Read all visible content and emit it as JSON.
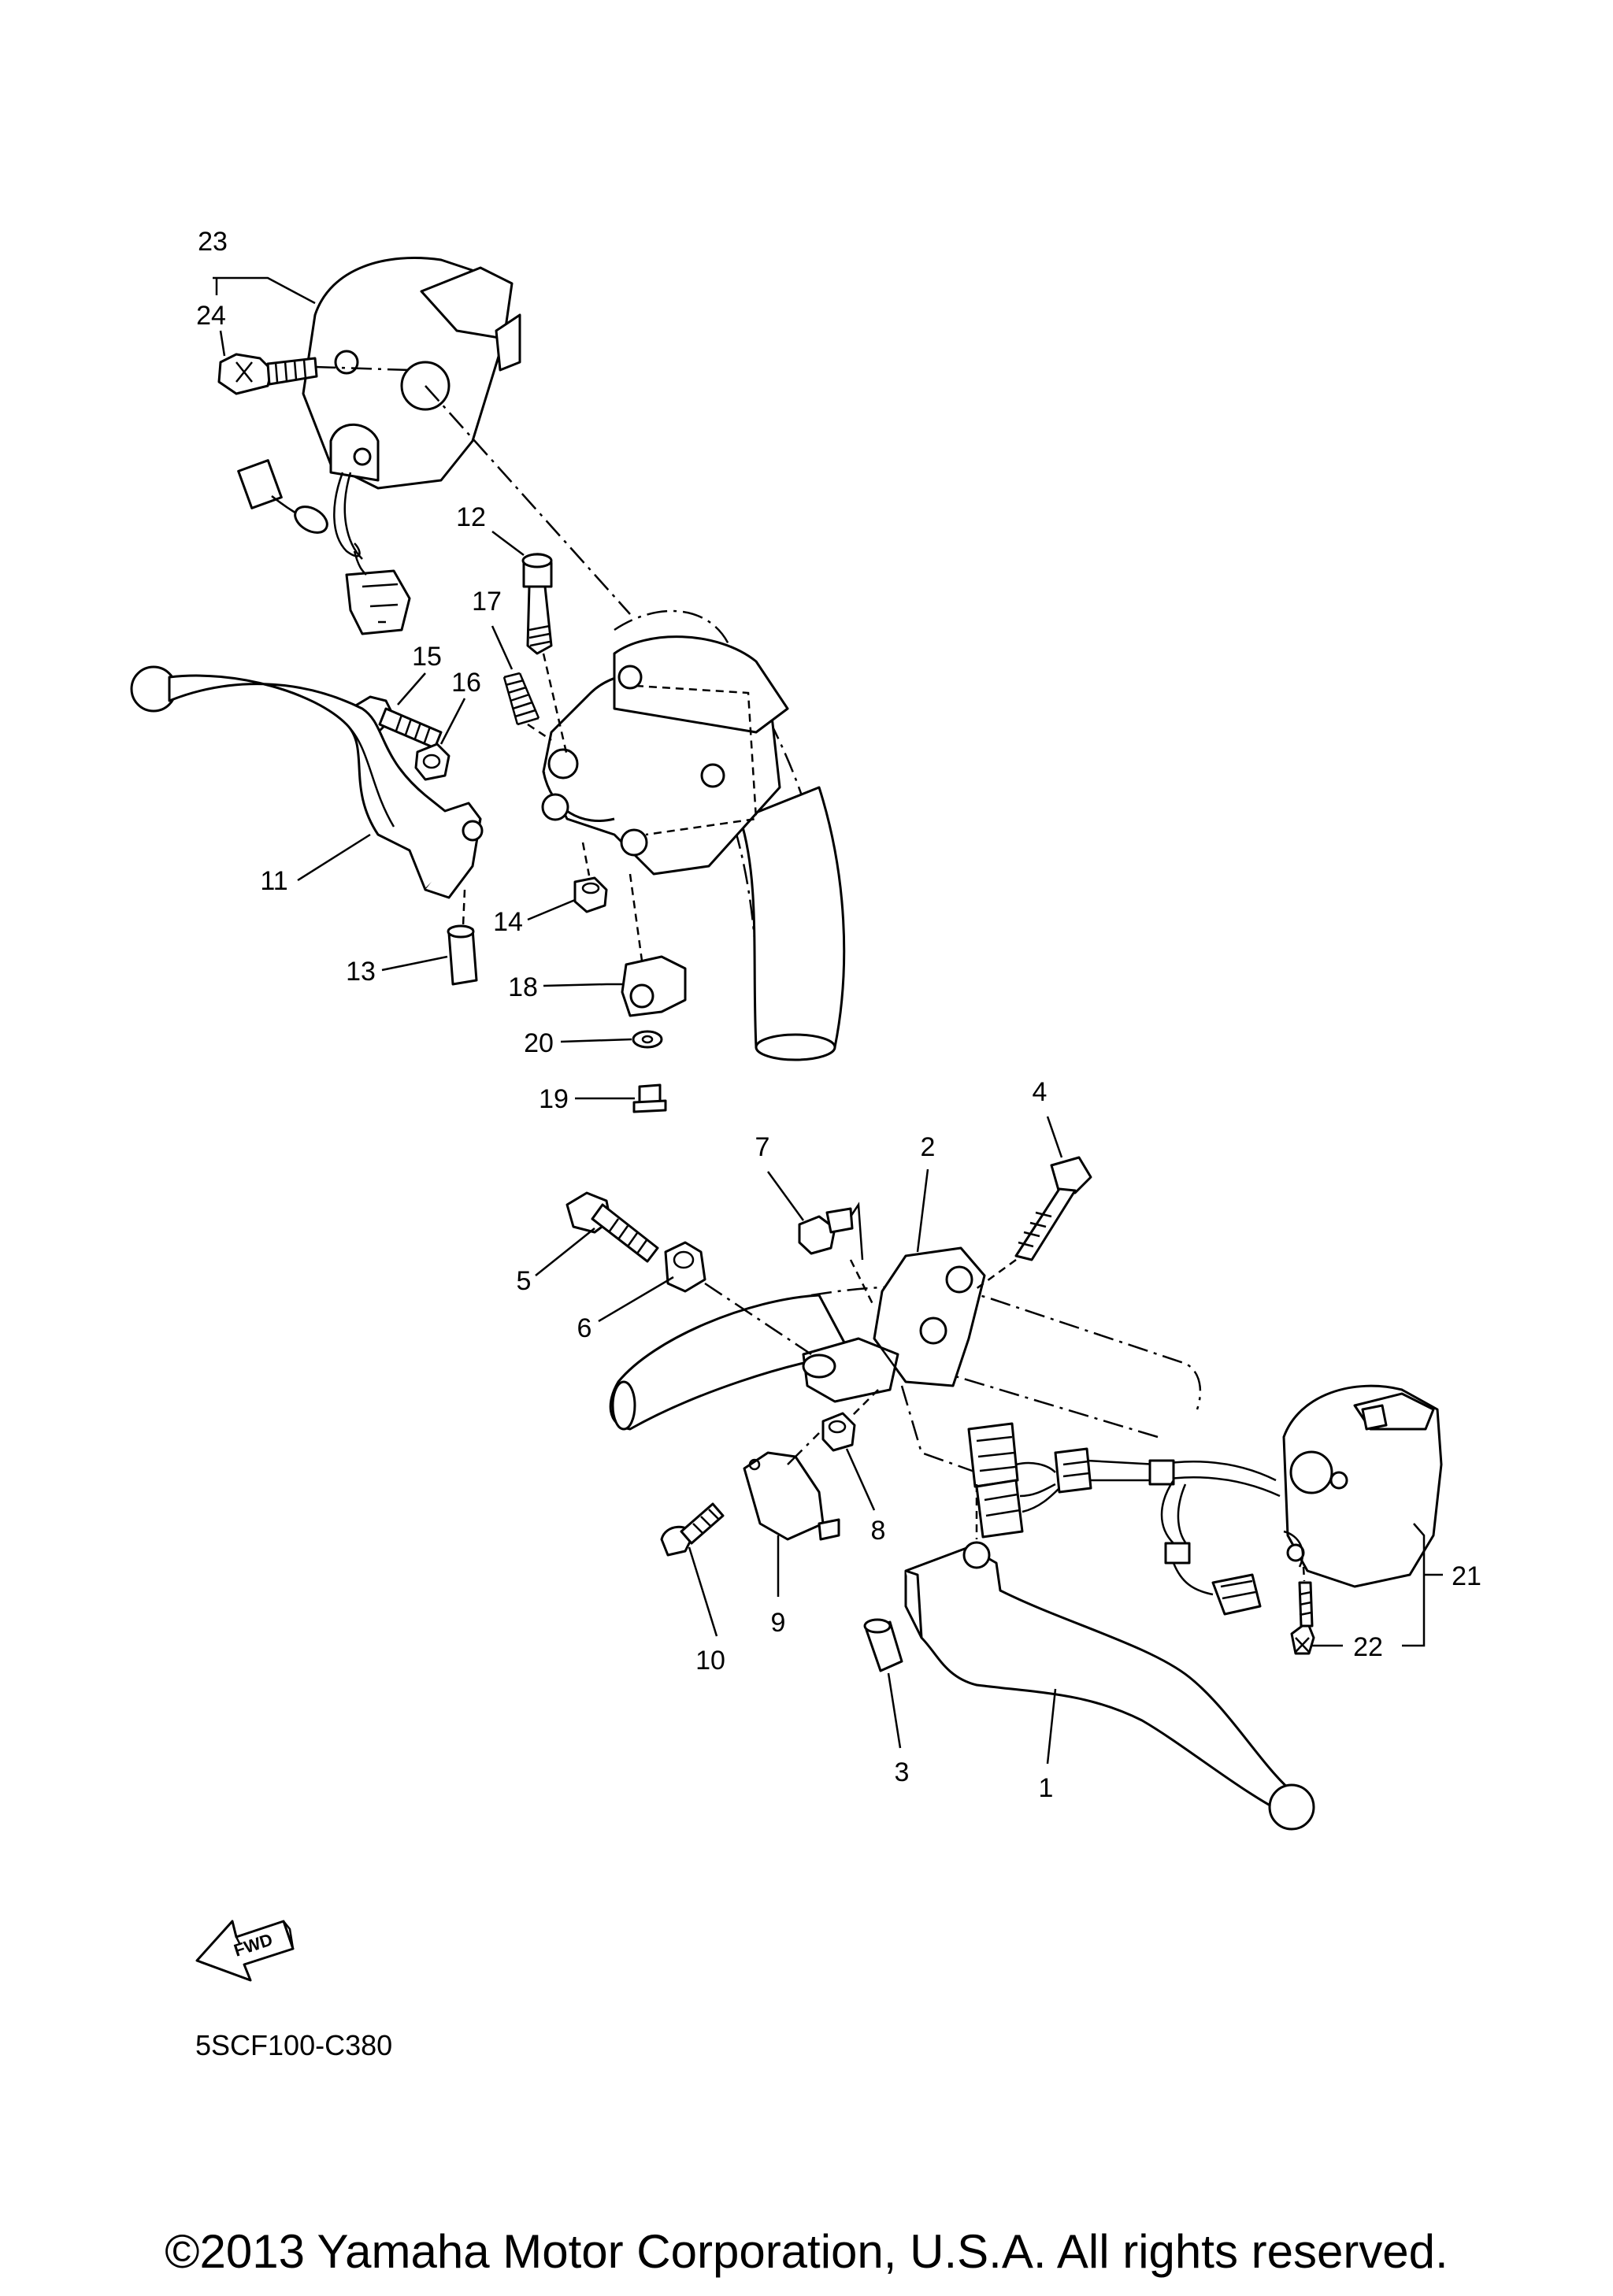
{
  "diagram": {
    "callouts": [
      "1",
      "2",
      "3",
      "4",
      "5",
      "6",
      "7",
      "8",
      "9",
      "10",
      "11",
      "12",
      "13",
      "14",
      "15",
      "16",
      "17",
      "18",
      "19",
      "20",
      "21",
      "22",
      "23",
      "24"
    ],
    "fwd_label": "FWD",
    "drawing_code": "5SCF100-C380",
    "copyright": "©2013 Yamaha Motor Corporation, U.S.A. All rights reserved."
  }
}
